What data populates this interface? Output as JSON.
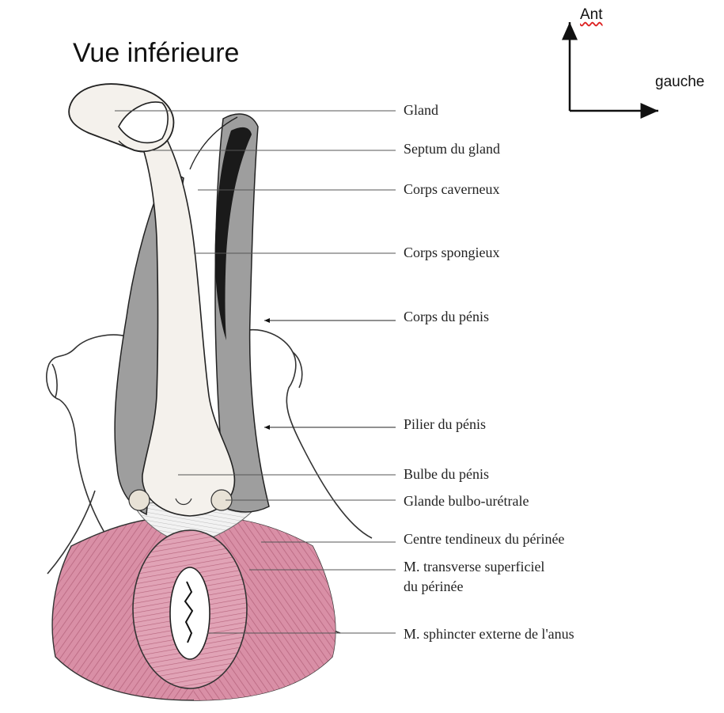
{
  "header": {
    "view_title": "Vue inférieure"
  },
  "orientation": {
    "anterior_label": "Ant",
    "left_label": "gauche"
  },
  "labels": {
    "gland": "Gland",
    "septum": "Septum du gland",
    "corps_caverneux": "Corps caverneux",
    "corps_spongieux": "Corps spongieux",
    "corps_penis": "Corps du pénis",
    "pilier": "Pilier du pénis",
    "bulbe": "Bulbe du pénis",
    "glande": "Glande bulbo-urétrale",
    "centre": "Centre tendineux du périnée",
    "transverse_1": "M. transverse superficiel",
    "transverse_2": "du périnée",
    "sphincter": "M. sphincter externe de l'anus"
  },
  "colors": {
    "muscle": "#d98fa6",
    "muscle_dark": "#b8667f",
    "cavernous": "#9e9e9e",
    "cavernous_dark": "#1a1a1a",
    "outline": "#222222",
    "leader": "#555555"
  }
}
